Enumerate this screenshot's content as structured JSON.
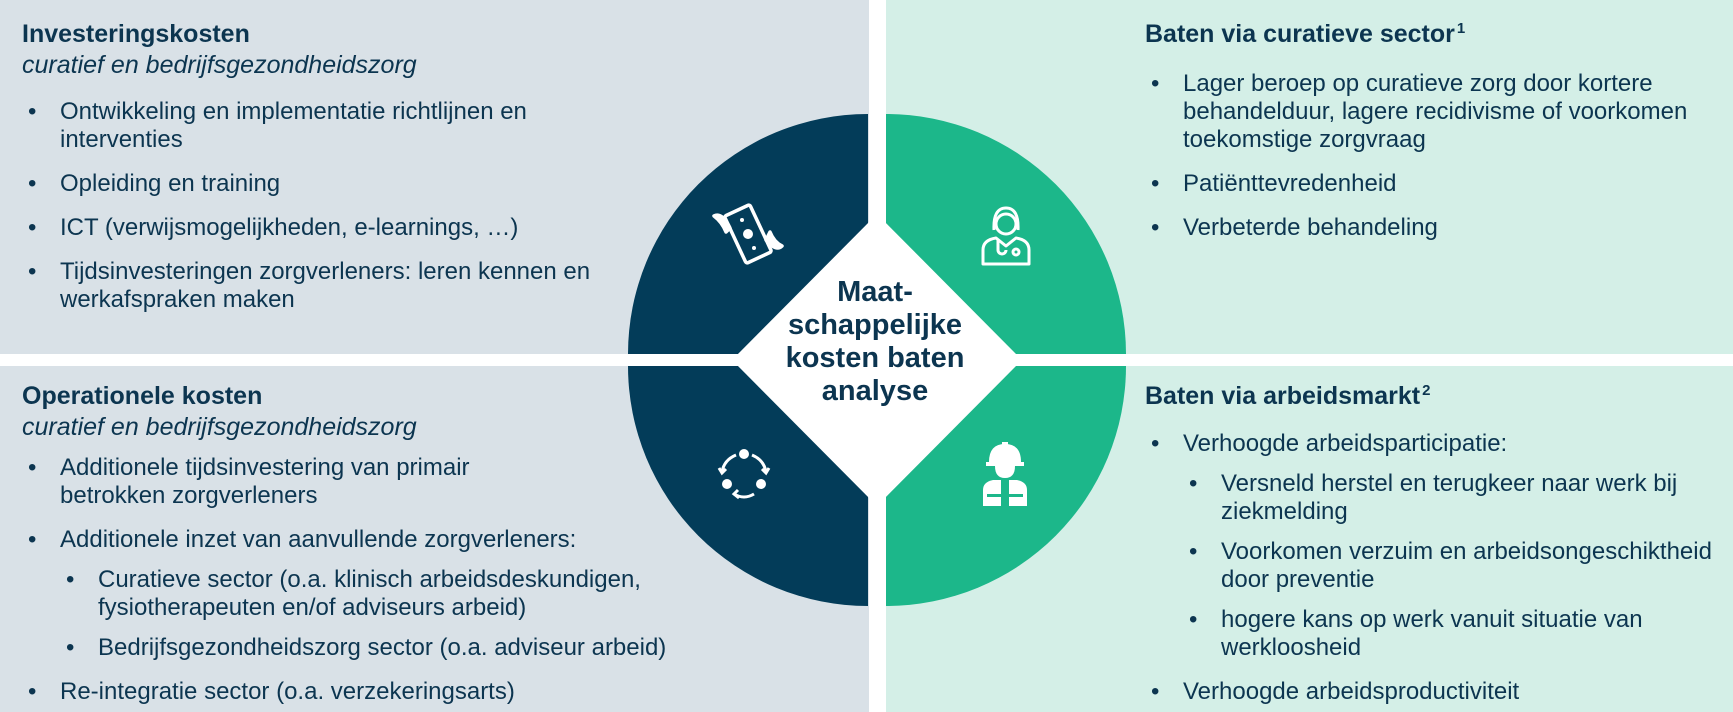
{
  "top_left": {
    "title": "Investeringskosten",
    "subtitle": "curatief en bedrijfsgezondheidszorg",
    "items": [
      "Ontwikkeling en implementatie richtlijnen en interventies",
      "Opleiding en training",
      "ICT (verwijsmogelijkheden, e-learnings, …)",
      "Tijdsinvesteringen zorgverleners: leren kennen en werkafspraken maken"
    ]
  },
  "bottom_left": {
    "title": "Operationele kosten",
    "subtitle": "curatief en bedrijfsgezondheidszorg",
    "items": [
      "Additionele tijdsinvestering van primair betrokken zorgverleners",
      "Additionele inzet van aanvullende zorgverleners:",
      "Re-integratie sector (o.a. verzekeringsarts)"
    ],
    "subitems": [
      "Curatieve sector (o.a. klinisch arbeidsdeskundigen, fysiotherapeuten en/of adviseurs arbeid)",
      "Bedrijfsgezondheidszorg sector (o.a. adviseur arbeid)"
    ]
  },
  "top_right": {
    "title": "Baten via curatieve sector",
    "sup": "1",
    "items": [
      "Lager beroep op curatieve zorg door kortere behandelduur, lagere recidivisme of voorkomen toekomstige zorgvraag",
      "Patiënttevredenheid",
      "Verbeterde behandeling"
    ]
  },
  "bottom_right": {
    "title": "Baten via arbeidsmarkt",
    "sup": "2",
    "items": [
      "Verhoogde arbeidsparticipatie:",
      "Verhoogde arbeidsproductiviteit"
    ],
    "subitems": [
      "Versneld herstel en terugkeer naar werk bij ziekmelding",
      "Voorkomen verzuim en arbeidsongeschiktheid door preventie",
      "hogere kans op werk vanuit situatie van werkloosheid"
    ]
  },
  "center": {
    "lines": [
      "Maat-",
      "schappelijke",
      "kosten baten",
      "analyse"
    ]
  },
  "icons": {
    "top_left": "money-with-wings-icon",
    "bottom_left": "cycle-arrows-icon",
    "top_right": "doctor-icon",
    "bottom_right": "construction-worker-icon"
  },
  "colors": {
    "dark": "#033c59",
    "green": "#1cb78a",
    "panel_grey": "#d9e1e7",
    "panel_green": "#d4efe7",
    "text": "#0c3550"
  }
}
